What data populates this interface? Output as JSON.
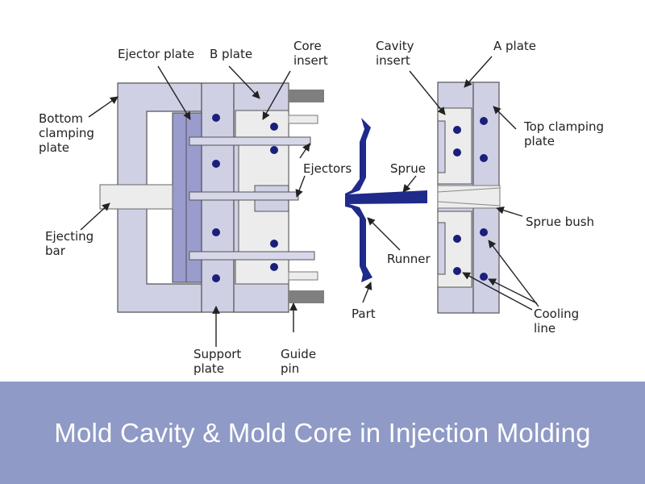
{
  "banner": {
    "title": "Mold Cavity & Mold Core in Injection Molding",
    "color": "#8f9ac6"
  },
  "colors": {
    "plate_fill": "#cfd0e4",
    "insert_fill": "#ececec",
    "ejector_plate_fill": "#9a9ccd",
    "pin_fill": "#d7d7ea",
    "guide_fill": "#7f7f7f",
    "part_fill": "#1f2a8a",
    "cooling_dot": "#1a1f7a",
    "outline": "#555555"
  },
  "labels": {
    "ejector_plate": "Ejector plate",
    "b_plate": "B plate",
    "core_insert": [
      "Core",
      "insert"
    ],
    "cavity_insert": [
      "Cavity",
      "insert"
    ],
    "a_plate": "A plate",
    "bottom_clamping_plate": [
      "Bottom",
      "clamping",
      "plate"
    ],
    "top_clamping_plate": [
      "Top clamping",
      "plate"
    ],
    "ejectors": "Ejectors",
    "sprue": "Sprue",
    "ejecting_bar": [
      "Ejecting",
      "bar"
    ],
    "sprue_bush": "Sprue bush",
    "runner": "Runner",
    "cooling_line": [
      "Cooling",
      "line"
    ],
    "part": "Part",
    "support_plate": [
      "Support",
      "plate"
    ],
    "guide_pin": [
      "Guide",
      "pin"
    ]
  }
}
